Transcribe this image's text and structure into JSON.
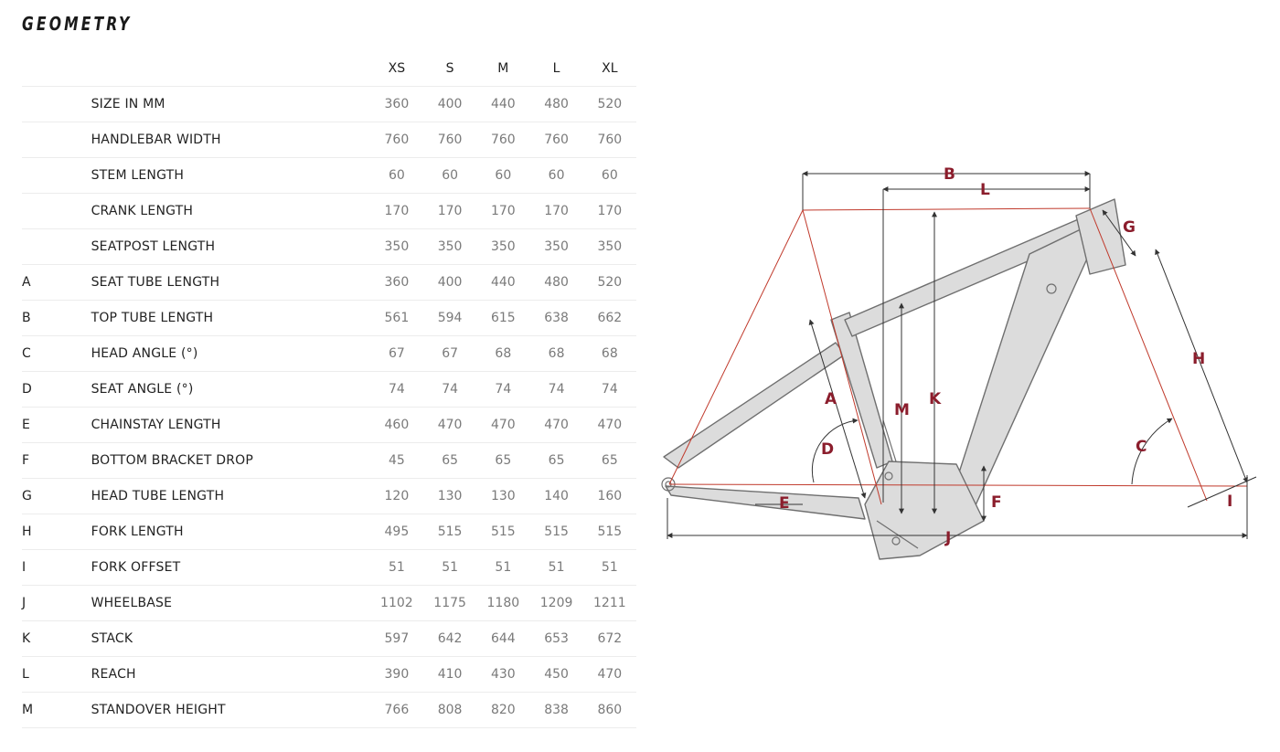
{
  "title": "GEOMETRY",
  "sizes": [
    "XS",
    "S",
    "M",
    "L",
    "XL"
  ],
  "rows": [
    {
      "letter": "",
      "label": "SIZE IN MM",
      "values": [
        "360",
        "400",
        "440",
        "480",
        "520"
      ]
    },
    {
      "letter": "",
      "label": "HANDLEBAR WIDTH",
      "values": [
        "760",
        "760",
        "760",
        "760",
        "760"
      ]
    },
    {
      "letter": "",
      "label": "STEM LENGTH",
      "values": [
        "60",
        "60",
        "60",
        "60",
        "60"
      ]
    },
    {
      "letter": "",
      "label": "CRANK LENGTH",
      "values": [
        "170",
        "170",
        "170",
        "170",
        "170"
      ]
    },
    {
      "letter": "",
      "label": "SEATPOST LENGTH",
      "values": [
        "350",
        "350",
        "350",
        "350",
        "350"
      ]
    },
    {
      "letter": "A",
      "label": "SEAT TUBE LENGTH",
      "values": [
        "360",
        "400",
        "440",
        "480",
        "520"
      ]
    },
    {
      "letter": "B",
      "label": "TOP TUBE LENGTH",
      "values": [
        "561",
        "594",
        "615",
        "638",
        "662"
      ]
    },
    {
      "letter": "C",
      "label": "HEAD ANGLE (°)",
      "values": [
        "67",
        "67",
        "68",
        "68",
        "68"
      ]
    },
    {
      "letter": "D",
      "label": "SEAT ANGLE (°)",
      "values": [
        "74",
        "74",
        "74",
        "74",
        "74"
      ]
    },
    {
      "letter": "E",
      "label": "CHAINSTAY LENGTH",
      "values": [
        "460",
        "470",
        "470",
        "470",
        "470"
      ]
    },
    {
      "letter": "F",
      "label": "BOTTOM BRACKET DROP",
      "values": [
        "45",
        "65",
        "65",
        "65",
        "65"
      ]
    },
    {
      "letter": "G",
      "label": "HEAD TUBE LENGTH",
      "values": [
        "120",
        "130",
        "130",
        "140",
        "160"
      ]
    },
    {
      "letter": "H",
      "label": "FORK LENGTH",
      "values": [
        "495",
        "515",
        "515",
        "515",
        "515"
      ]
    },
    {
      "letter": "I",
      "label": "FORK OFFSET",
      "values": [
        "51",
        "51",
        "51",
        "51",
        "51"
      ]
    },
    {
      "letter": "J",
      "label": "WHEELBASE",
      "values": [
        "1102",
        "1175",
        "1180",
        "1209",
        "1211"
      ]
    },
    {
      "letter": "K",
      "label": "STACK",
      "values": [
        "597",
        "642",
        "644",
        "653",
        "672"
      ]
    },
    {
      "letter": "L",
      "label": "REACH",
      "values": [
        "390",
        "410",
        "430",
        "450",
        "470"
      ]
    },
    {
      "letter": "M",
      "label": "STANDOVER HEIGHT",
      "values": [
        "766",
        "808",
        "820",
        "838",
        "860"
      ]
    }
  ],
  "diagram": {
    "labels": {
      "A": "A",
      "B": "B",
      "C": "C",
      "D": "D",
      "E": "E",
      "F": "F",
      "G": "G",
      "H": "H",
      "I": "I",
      "J": "J",
      "K": "K",
      "L": "L",
      "M": "M"
    },
    "colors": {
      "accent": "#8b1d2c",
      "frame_fill": "#dcdcdc",
      "frame_stroke": "#6f6f6f",
      "dim_line": "#333333",
      "guide": "#c0392b"
    }
  }
}
